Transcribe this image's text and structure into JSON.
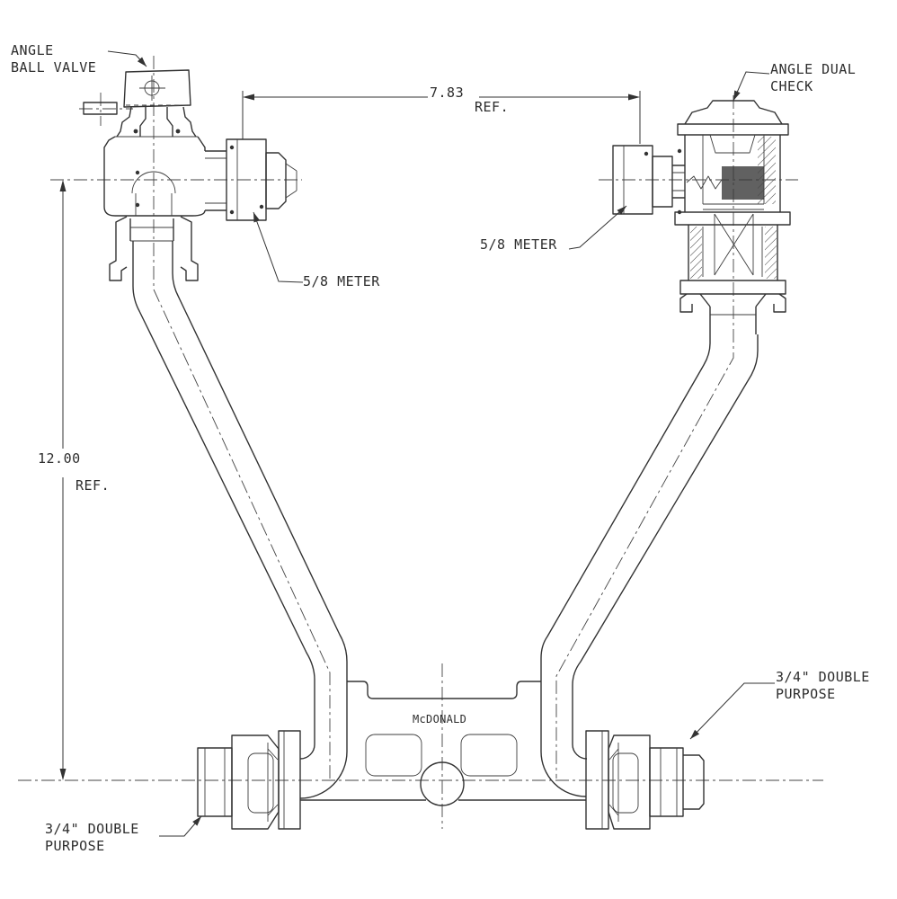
{
  "drawing": {
    "type": "technical-line-drawing",
    "background": "#ffffff",
    "line_color": "#333333",
    "labels": {
      "angle_ball_valve": "ANGLE\nBALL VALVE",
      "angle_dual_check": "ANGLE DUAL\nCHECK",
      "meter_size_left": "5/8 METER",
      "meter_size_right": "5/8 METER",
      "outlet_left": "3/4\" DOUBLE\nPURPOSE",
      "outlet_right": "3/4\" DOUBLE\nPURPOSE",
      "brand": "McDONALD"
    },
    "dimensions": {
      "horizontal_value": "7.83",
      "horizontal_suffix": "REF.",
      "vertical_value": "12.00",
      "vertical_suffix": "REF."
    }
  }
}
